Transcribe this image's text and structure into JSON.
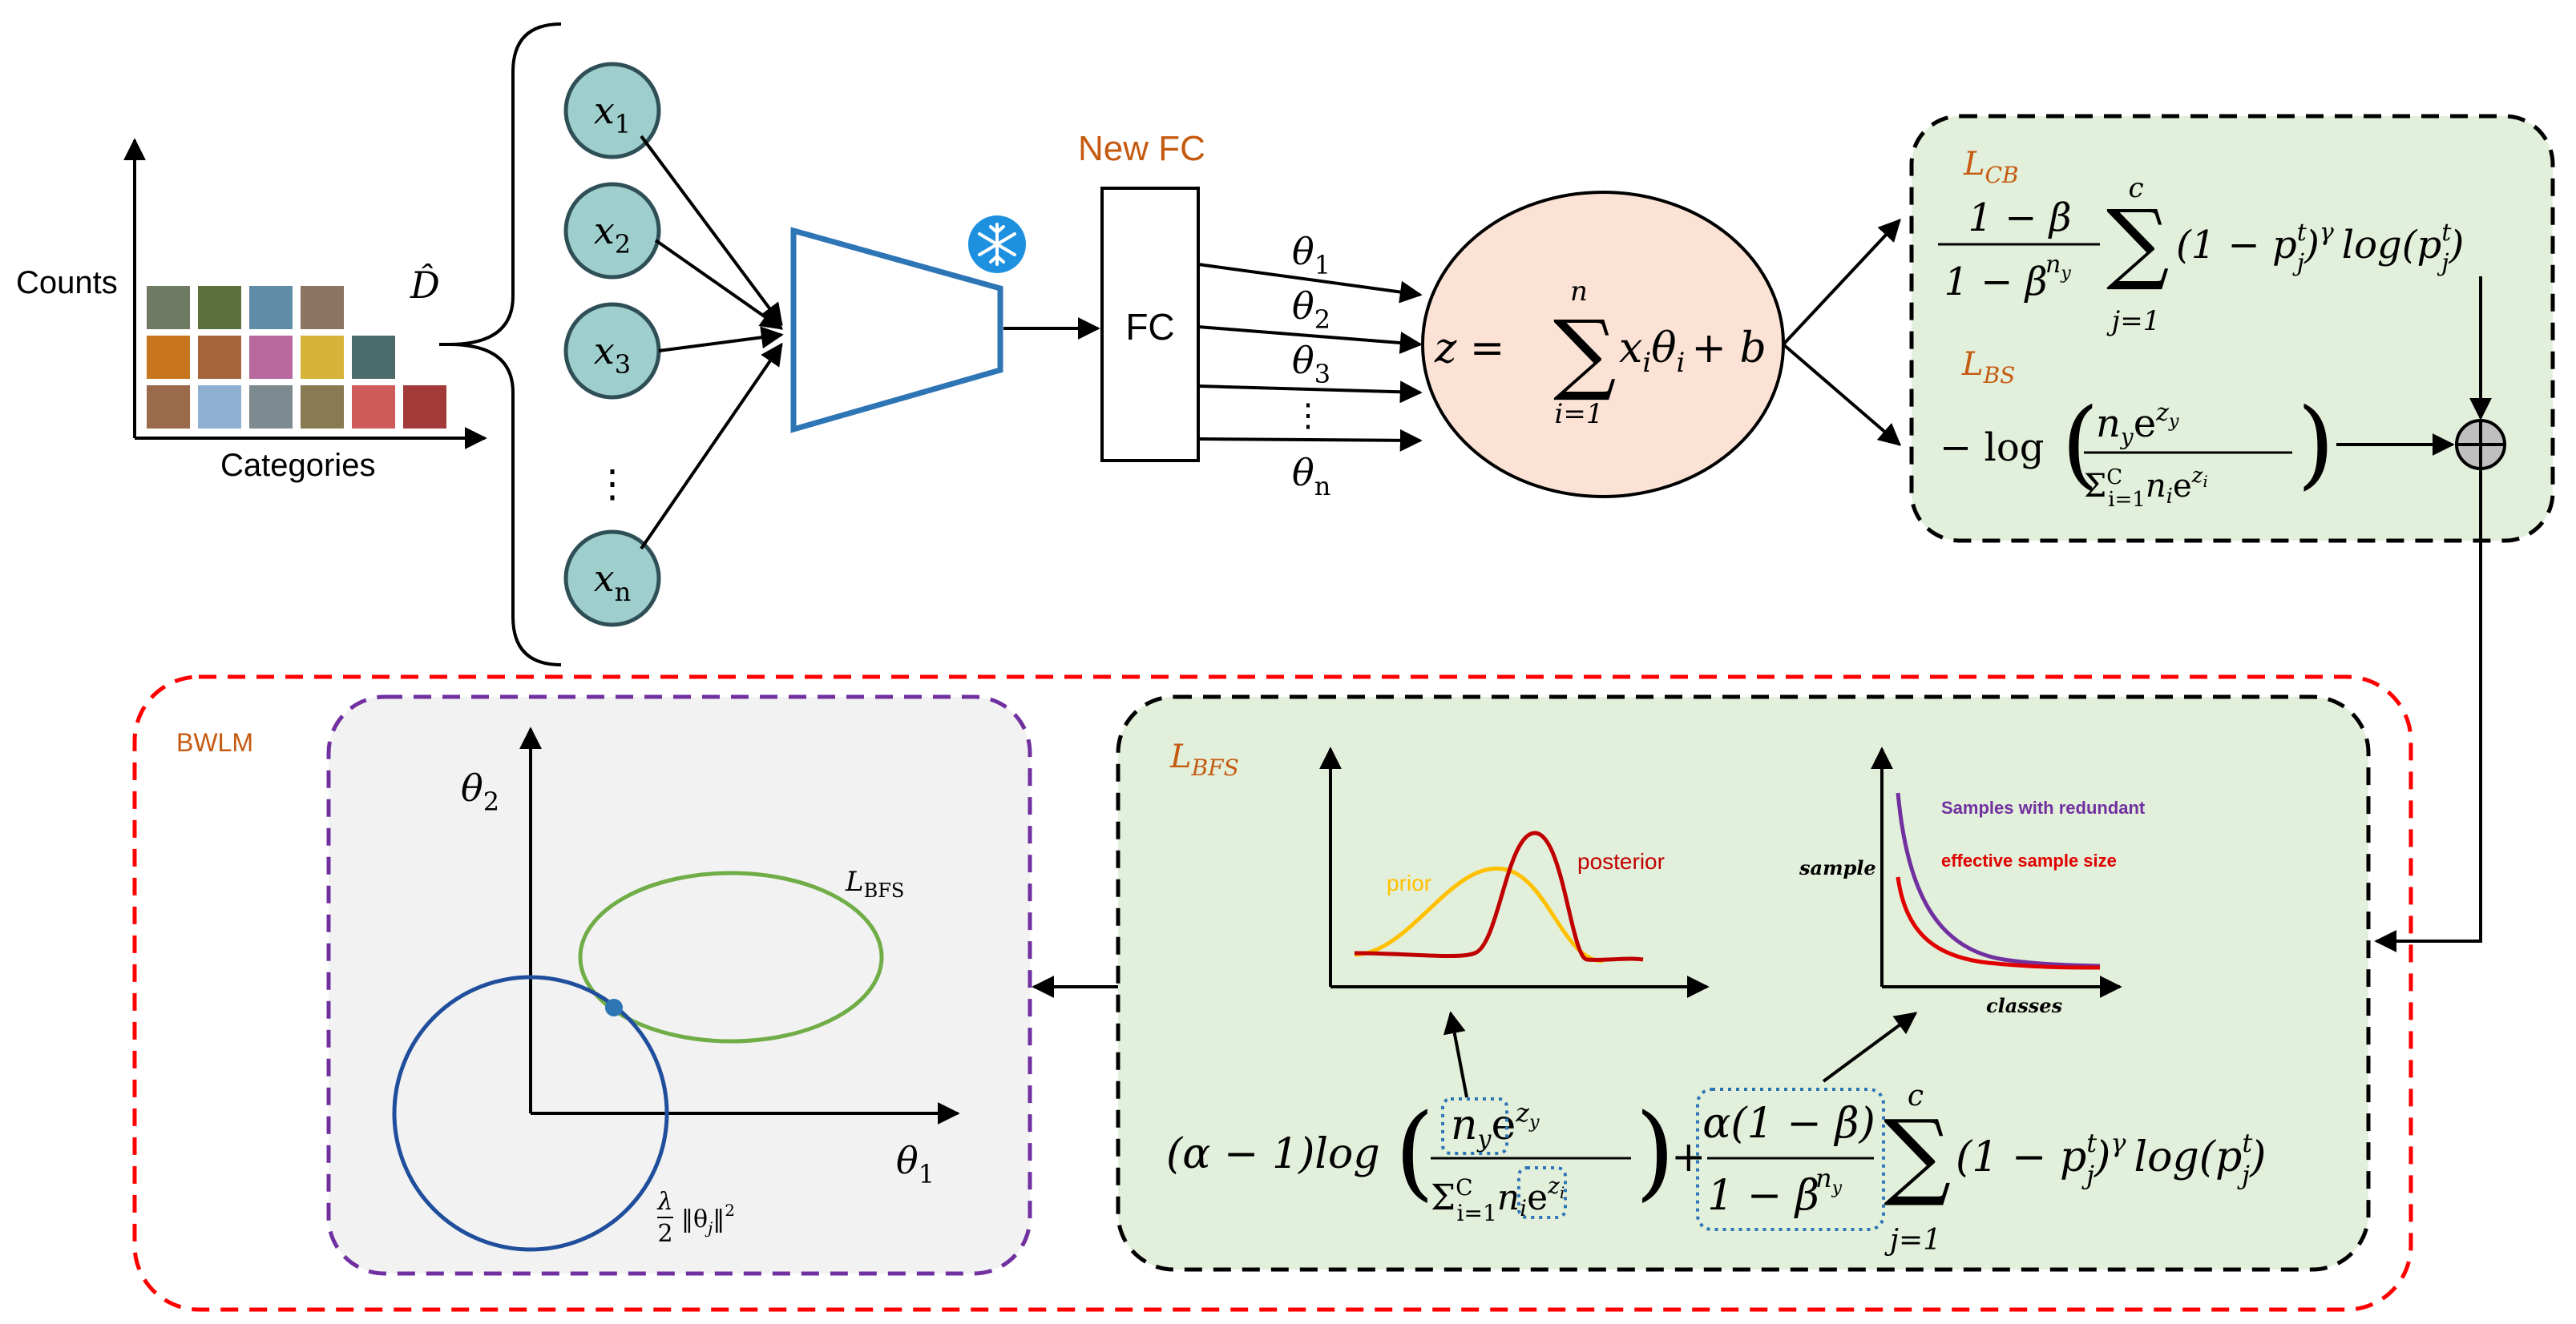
{
  "dataset": {
    "ylabel": "Counts",
    "xlabel": "Categories",
    "symbol": "D̂",
    "photo_tiles": [
      {
        "icon": "robin-photo",
        "color": "#9a6a4a"
      },
      {
        "icon": "butterfly-photo",
        "color": "#c8761e"
      },
      {
        "icon": "elephant-photo",
        "color": "#6f7a63"
      },
      {
        "icon": "balloon-photo",
        "color": "#8fb0d0"
      },
      {
        "icon": "bird-photo",
        "color": "#a5643c"
      },
      {
        "icon": "butterfly-photo",
        "color": "#5c6f3c"
      },
      {
        "icon": "elephant-photo",
        "color": "#7d8a8f"
      },
      {
        "icon": "balloon-photo",
        "color": "#b86aa0"
      },
      {
        "icon": "train-photo",
        "color": "#5f8da8"
      },
      {
        "icon": "bird-photo",
        "color": "#8a7a52"
      },
      {
        "icon": "butterfly-photo",
        "color": "#d7b33a"
      },
      {
        "icon": "elephant-photo",
        "color": "#8b7460"
      },
      {
        "icon": "balloon-photo",
        "color": "#cf5a5a"
      },
      {
        "icon": "train-photo",
        "color": "#4b6c6a"
      },
      {
        "icon": "train-photo",
        "color": "#a23a3a"
      }
    ]
  },
  "inputs": [
    {
      "var": "x",
      "sub": "1"
    },
    {
      "var": "x",
      "sub": "2"
    },
    {
      "var": "x",
      "sub": "3"
    },
    {
      "var": "x",
      "sub": "n"
    }
  ],
  "input_dots": "⋮",
  "frozen_icon": "snowflake-icon",
  "new_fc_label": "New FC",
  "fc_label": "FC",
  "weights": [
    {
      "var": "θ",
      "sub": "1"
    },
    {
      "var": "θ",
      "sub": "2"
    },
    {
      "var": "θ",
      "sub": "3"
    },
    {
      "var": "θ",
      "sub": "n"
    }
  ],
  "weight_dots": "⋮",
  "sum_node": {
    "lhs": "z =",
    "sum_top": "n",
    "sum_bottom": "i=1",
    "term": "x",
    "term_sub": "i",
    "term2": "θ",
    "term2_sub": "i",
    "rhs": "+ b"
  },
  "loss_box": {
    "lcb_label": "L",
    "lcb_sub": "CB",
    "lcb_num": "1 − β",
    "lcb_den": "1 − β",
    "lcb_den_sup": "n",
    "lcb_den_sup_sub": "y",
    "lcb_sum_top": "c",
    "lcb_sum_bottom": "j=1",
    "lcb_term": "(1 − p",
    "lcb_term_sup": "t",
    "lcb_term_sub": "j",
    "lcb_term_close": ")",
    "lcb_gamma": "γ",
    "lcb_log": "log(p",
    "lcb_log_sup": "t",
    "lcb_log_sub": "j",
    "lcb_log_close": ")",
    "lbs_label": "L",
    "lbs_sub": "BS",
    "lbs_prefix": "− log",
    "lbs_num": "n",
    "lbs_num_sub": "y",
    "lbs_num_e": "e",
    "lbs_num_sup": "z",
    "lbs_num_sup_sub": "y",
    "lbs_den_sigma": "Σ",
    "lbs_den_sup": "C",
    "lbs_den_sub": "i=1",
    "lbs_den_n": "n",
    "lbs_den_n_sub": "i",
    "lbs_den_e": "e",
    "lbs_den_sup2": "z",
    "lbs_den_sup2_sub": "i",
    "plus_icon": "⊕"
  },
  "bwlm": {
    "label": "BWLM",
    "reg": {
      "ylabel": "θ",
      "ylabel_sub": "2",
      "xlabel": "θ",
      "xlabel_sub": "1",
      "ellipse_label": "L",
      "ellipse_label_sub": "BFS",
      "circle_frac_num": "λ",
      "circle_frac_den": "2",
      "circle_norm": "‖θ",
      "circle_norm_sub": "j",
      "circle_norm_close": "‖",
      "circle_norm_sup": "2"
    },
    "lbfs": {
      "label": "L",
      "label_sub": "BFS",
      "dist_prior": "prior",
      "dist_posterior": "posterior",
      "decay_ylabel": "sample",
      "decay_xlabel": "classes",
      "decay_series_1": "Samples with redundant",
      "decay_series_2": "effective sample size",
      "formula": {
        "coef": "(α − 1)log",
        "num_n": "n",
        "num_n_sub": "y",
        "num_e": "e",
        "num_sup": "z",
        "num_sup_sub": "y",
        "den_sigma": "Σ",
        "den_sup": "C",
        "den_sub": "i=1",
        "den_n": "n",
        "den_n_sub": "i",
        "den_e": "e",
        "den_sup2": "z",
        "den_sup2_sub": "i",
        "plus": "+",
        "frac2_num": "α(1 − β)",
        "frac2_den": "1 − β",
        "frac2_den_sup": "n",
        "frac2_den_sup_sub": "y",
        "sum_top": "c",
        "sum_bottom": "j=1",
        "term": "(1 − p",
        "term_sup": "t",
        "term_sub": "j",
        "term_close": ")",
        "gamma": "γ",
        "log": "log(p",
        "log_sup": "t",
        "log_sub": "j",
        "log_close": ")"
      }
    }
  },
  "colors": {
    "node_fill": "#9ecfcc",
    "node_stroke": "#2f4f56",
    "encoder": "#2e75b6",
    "new_fc_text": "#c55a11",
    "sum_fill": "#fbe2d5",
    "loss_fill": "#e2efda",
    "bwlm_red": "#ff0000",
    "reg_fill": "#f2f2f2",
    "reg_border": "#7030a0",
    "ellipse": "#70ad47",
    "circle": "#1f4e9c",
    "prior": "#ffc000",
    "posterior": "#c00000",
    "decay_purple": "#7030a0",
    "decay_red": "#e00000",
    "dotted_blue": "#2e75b6"
  }
}
